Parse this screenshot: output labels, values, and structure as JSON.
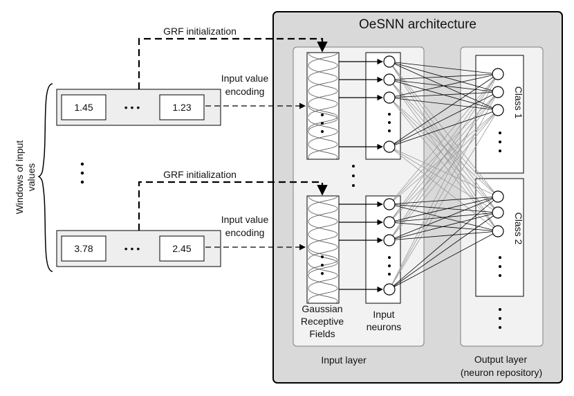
{
  "architecture": {
    "title": "OeSNN architecture"
  },
  "left_brace_label": {
    "line1": "Windows of input",
    "line2": "values"
  },
  "window_top": {
    "first_value": "1.45",
    "last_value": "1.23",
    "ellipsis": "• • •"
  },
  "window_bottom": {
    "first_value": "3.78",
    "last_value": "2.45",
    "ellipsis": "• • •"
  },
  "arrows": {
    "grf_top": "GRF initialization",
    "grf_bottom": "GRF initialization",
    "encode_top_line1": "Input value",
    "encode_top_line2": "encoding",
    "encode_bottom_line1": "Input value",
    "encode_bottom_line2": "encoding"
  },
  "input_layer": {
    "label": "Input layer",
    "grf_label_line1": "Gaussian",
    "grf_label_line2": "Receptive",
    "grf_label_line3": "Fields",
    "neurons_label_line1": "Input",
    "neurons_label_line2": "neurons"
  },
  "output_layer": {
    "label_line1": "Output layer",
    "label_line2": "(neuron repository)",
    "class1": "Class 1",
    "class2": "Class 2"
  },
  "colors": {
    "panel_bg": "#d9d9d9",
    "layer_bg": "#f2f2f2",
    "stroke": "#000000",
    "gray_connection": "#9a9a9a"
  }
}
